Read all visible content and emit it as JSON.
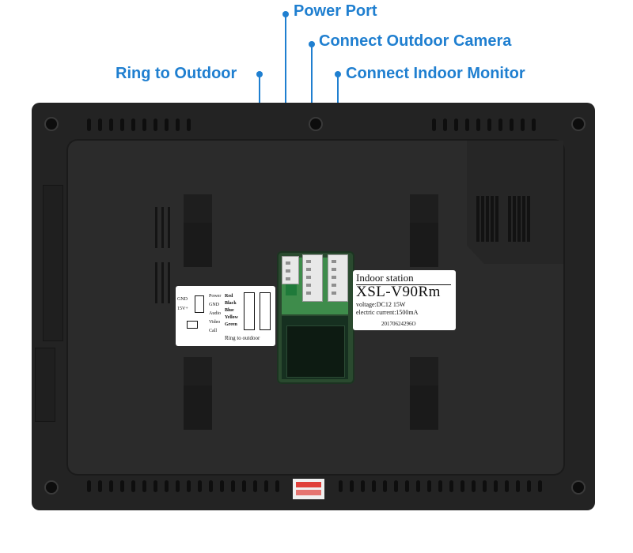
{
  "callouts": {
    "power_port": "Power Port",
    "connect_outdoor_camera": "Connect Outdoor Camera",
    "ring_to_outdoor": "Ring to Outdoor",
    "connect_indoor_monitor": "Connect Indoor Monitor"
  },
  "wiring_label": {
    "left_labels": [
      "GND",
      "15V+"
    ],
    "signal_labels": [
      "Power",
      "GND",
      "Audio",
      "Video",
      "Call"
    ],
    "wire_colors": [
      "Red",
      "Black",
      "Blue",
      "Yellow",
      "Green"
    ],
    "ring_text": "Ring to outdoor"
  },
  "product_label": {
    "title": "Indoor station",
    "model": "XSL-V90Rm",
    "voltage": "voltage:DC12  15W",
    "current": "electric current:1500mA",
    "serial": "20170624296O"
  },
  "accent_color": "#1f7fd0",
  "device_color": "#232323"
}
